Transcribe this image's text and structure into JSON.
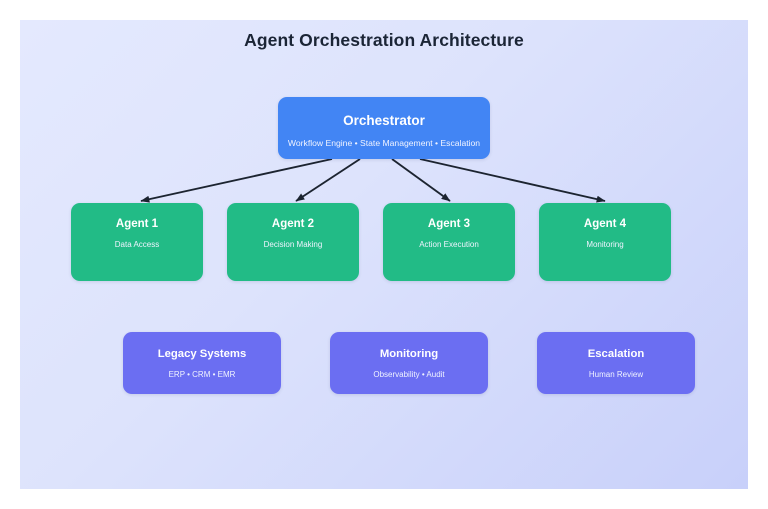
{
  "page": {
    "title": "Agent Orchestration Architecture",
    "background_gradient_from": "#e4e9fe",
    "background_gradient_to": "#c8d0fa",
    "title_color": "#1b2536"
  },
  "colors": {
    "orchestrator": "#4285f4",
    "agent": "#22bb86",
    "support": "#6b6ef2",
    "arrow": "#1c2430",
    "node_text": "#ffffff"
  },
  "orchestrator": {
    "title": "Orchestrator",
    "subtitle": "Workflow Engine • State Management • Escalation"
  },
  "agents": [
    {
      "title": "Agent 1",
      "subtitle": "Data Access"
    },
    {
      "title": "Agent 2",
      "subtitle": "Decision Making"
    },
    {
      "title": "Agent 3",
      "subtitle": "Action Execution"
    },
    {
      "title": "Agent 4",
      "subtitle": "Monitoring"
    }
  ],
  "support": [
    {
      "title": "Legacy Systems",
      "subtitle": "ERP • CRM • EMR"
    },
    {
      "title": "Monitoring",
      "subtitle": "Observability • Audit"
    },
    {
      "title": "Escalation",
      "subtitle": "Human Review"
    }
  ],
  "connectors": [
    {
      "from": "Orchestrator",
      "to": "Agent 1",
      "style": "arrow"
    },
    {
      "from": "Orchestrator",
      "to": "Agent 2",
      "style": "arrow"
    },
    {
      "from": "Orchestrator",
      "to": "Agent 3",
      "style": "arrow"
    },
    {
      "from": "Orchestrator",
      "to": "Agent 4",
      "style": "arrow"
    }
  ]
}
